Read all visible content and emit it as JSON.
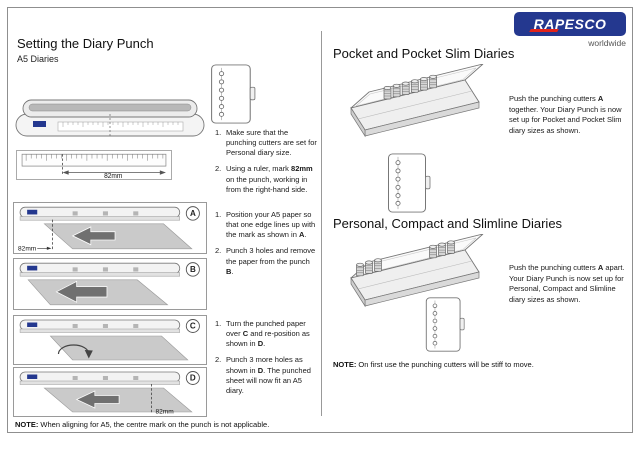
{
  "colors": {
    "logo_blue": "#24388f",
    "logo_red": "#e2231a"
  },
  "brand": {
    "logo_text": "RAPESCO",
    "tagline": "worldwide"
  },
  "left": {
    "title": "Setting the Diary Punch",
    "subtitle": "A5 Diaries",
    "measure_label": "82mm",
    "panel_labels": {
      "a": "A",
      "b": "B",
      "c": "C",
      "d": "D"
    },
    "steps_setup": [
      {
        "num": "1.",
        "segments": [
          {
            "t": "Make sure that the punching cutters are set for Personal diary size."
          }
        ]
      },
      {
        "num": "2.",
        "segments": [
          {
            "t": "Using a ruler, mark "
          },
          {
            "t": "82mm",
            "b": true
          },
          {
            "t": " on the punch, working in from the right-hand side."
          }
        ]
      }
    ],
    "steps_position": [
      {
        "num": "1.",
        "segments": [
          {
            "t": "Position your A5 paper so that one edge lines up with the mark as shown in "
          },
          {
            "t": "A",
            "b": true
          },
          {
            "t": "."
          }
        ]
      },
      {
        "num": "2.",
        "segments": [
          {
            "t": "Punch 3 holes and remove the paper from the punch "
          },
          {
            "t": "B",
            "b": true
          },
          {
            "t": "."
          }
        ]
      }
    ],
    "steps_turn": [
      {
        "num": "1.",
        "segments": [
          {
            "t": "Turn the punched paper over "
          },
          {
            "t": "C",
            "b": true
          },
          {
            "t": " and re-position as shown in "
          },
          {
            "t": "D",
            "b": true
          },
          {
            "t": "."
          }
        ]
      },
      {
        "num": "2.",
        "segments": [
          {
            "t": "Punch 3 more holes as shown in "
          },
          {
            "t": "D",
            "b": true
          },
          {
            "t": ". The punched sheet will now fit an A5 diary."
          }
        ]
      }
    ],
    "note_label": "NOTE:",
    "note_text": " When aligning for A5, the centre mark on the punch is not applicable."
  },
  "right": {
    "pocket": {
      "title": "Pocket and Pocket Slim Diaries",
      "body": [
        {
          "t": "Push the punching cutters "
        },
        {
          "t": "A",
          "b": true
        },
        {
          "t": " together. Your Diary Punch is now set up for Pocket and Pocket Slim diary sizes as shown."
        }
      ]
    },
    "personal": {
      "title": "Personal, Compact and Slimline Diaries",
      "body": [
        {
          "t": "Push the punching cutters "
        },
        {
          "t": "A",
          "b": true
        },
        {
          "t": " apart. Your Diary Punch is now set up for Personal, Compact and Slimline diary sizes as shown."
        }
      ]
    },
    "note_label": "NOTE:",
    "note_text": " On first use the punching cutters will be stiff to move."
  }
}
